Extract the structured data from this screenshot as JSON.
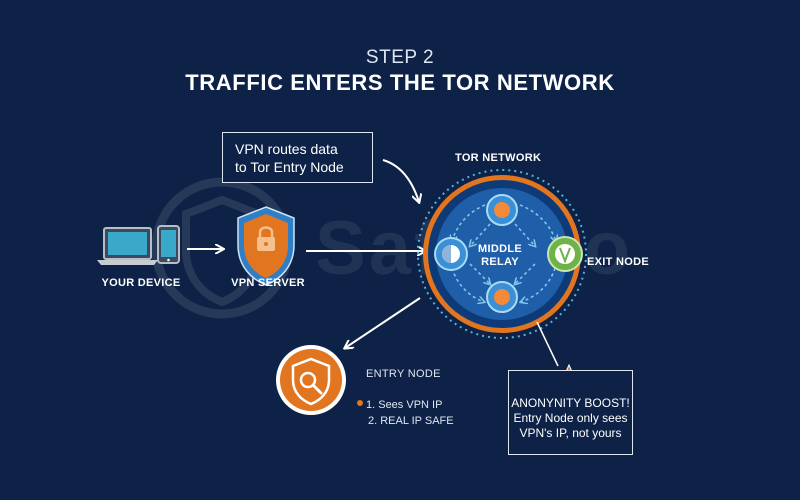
{
  "header": {
    "step": "STEP 2",
    "title": "TRAFFIC ENTERS THE TOR NETWORK"
  },
  "callouts": {
    "routes_line1": "VPN routes data",
    "routes_line2": "to Tor Entry Node",
    "boost_line1": "ANONYNITY BOOST!",
    "boost_line2": "Entry Node only sees",
    "boost_line3": "VPN's IP, not yours"
  },
  "nodes": {
    "device": "YOUR DEVICE",
    "vpn": "VPN SERVER",
    "tor_network": "TOR NETWORK",
    "middle_line1": "MIDDLE",
    "middle_line2": "RELAY",
    "exit": "EXIT NODE",
    "entry": "ENTRY NODE"
  },
  "entry_list": [
    "1. Sees VPN IP",
    "2. REAL IP SAFE"
  ],
  "watermark": "SafeVyo",
  "icons": [
    "laptop-icon",
    "phone-icon",
    "shield-lock-icon",
    "entry-search-icon",
    "star-icon"
  ],
  "colors": {
    "background": "#0d2246",
    "accent_orange": "#e2751f",
    "network_blue": "#1f5ea8",
    "relay_green": "#6fb24a",
    "line": "#dfe6f3"
  }
}
